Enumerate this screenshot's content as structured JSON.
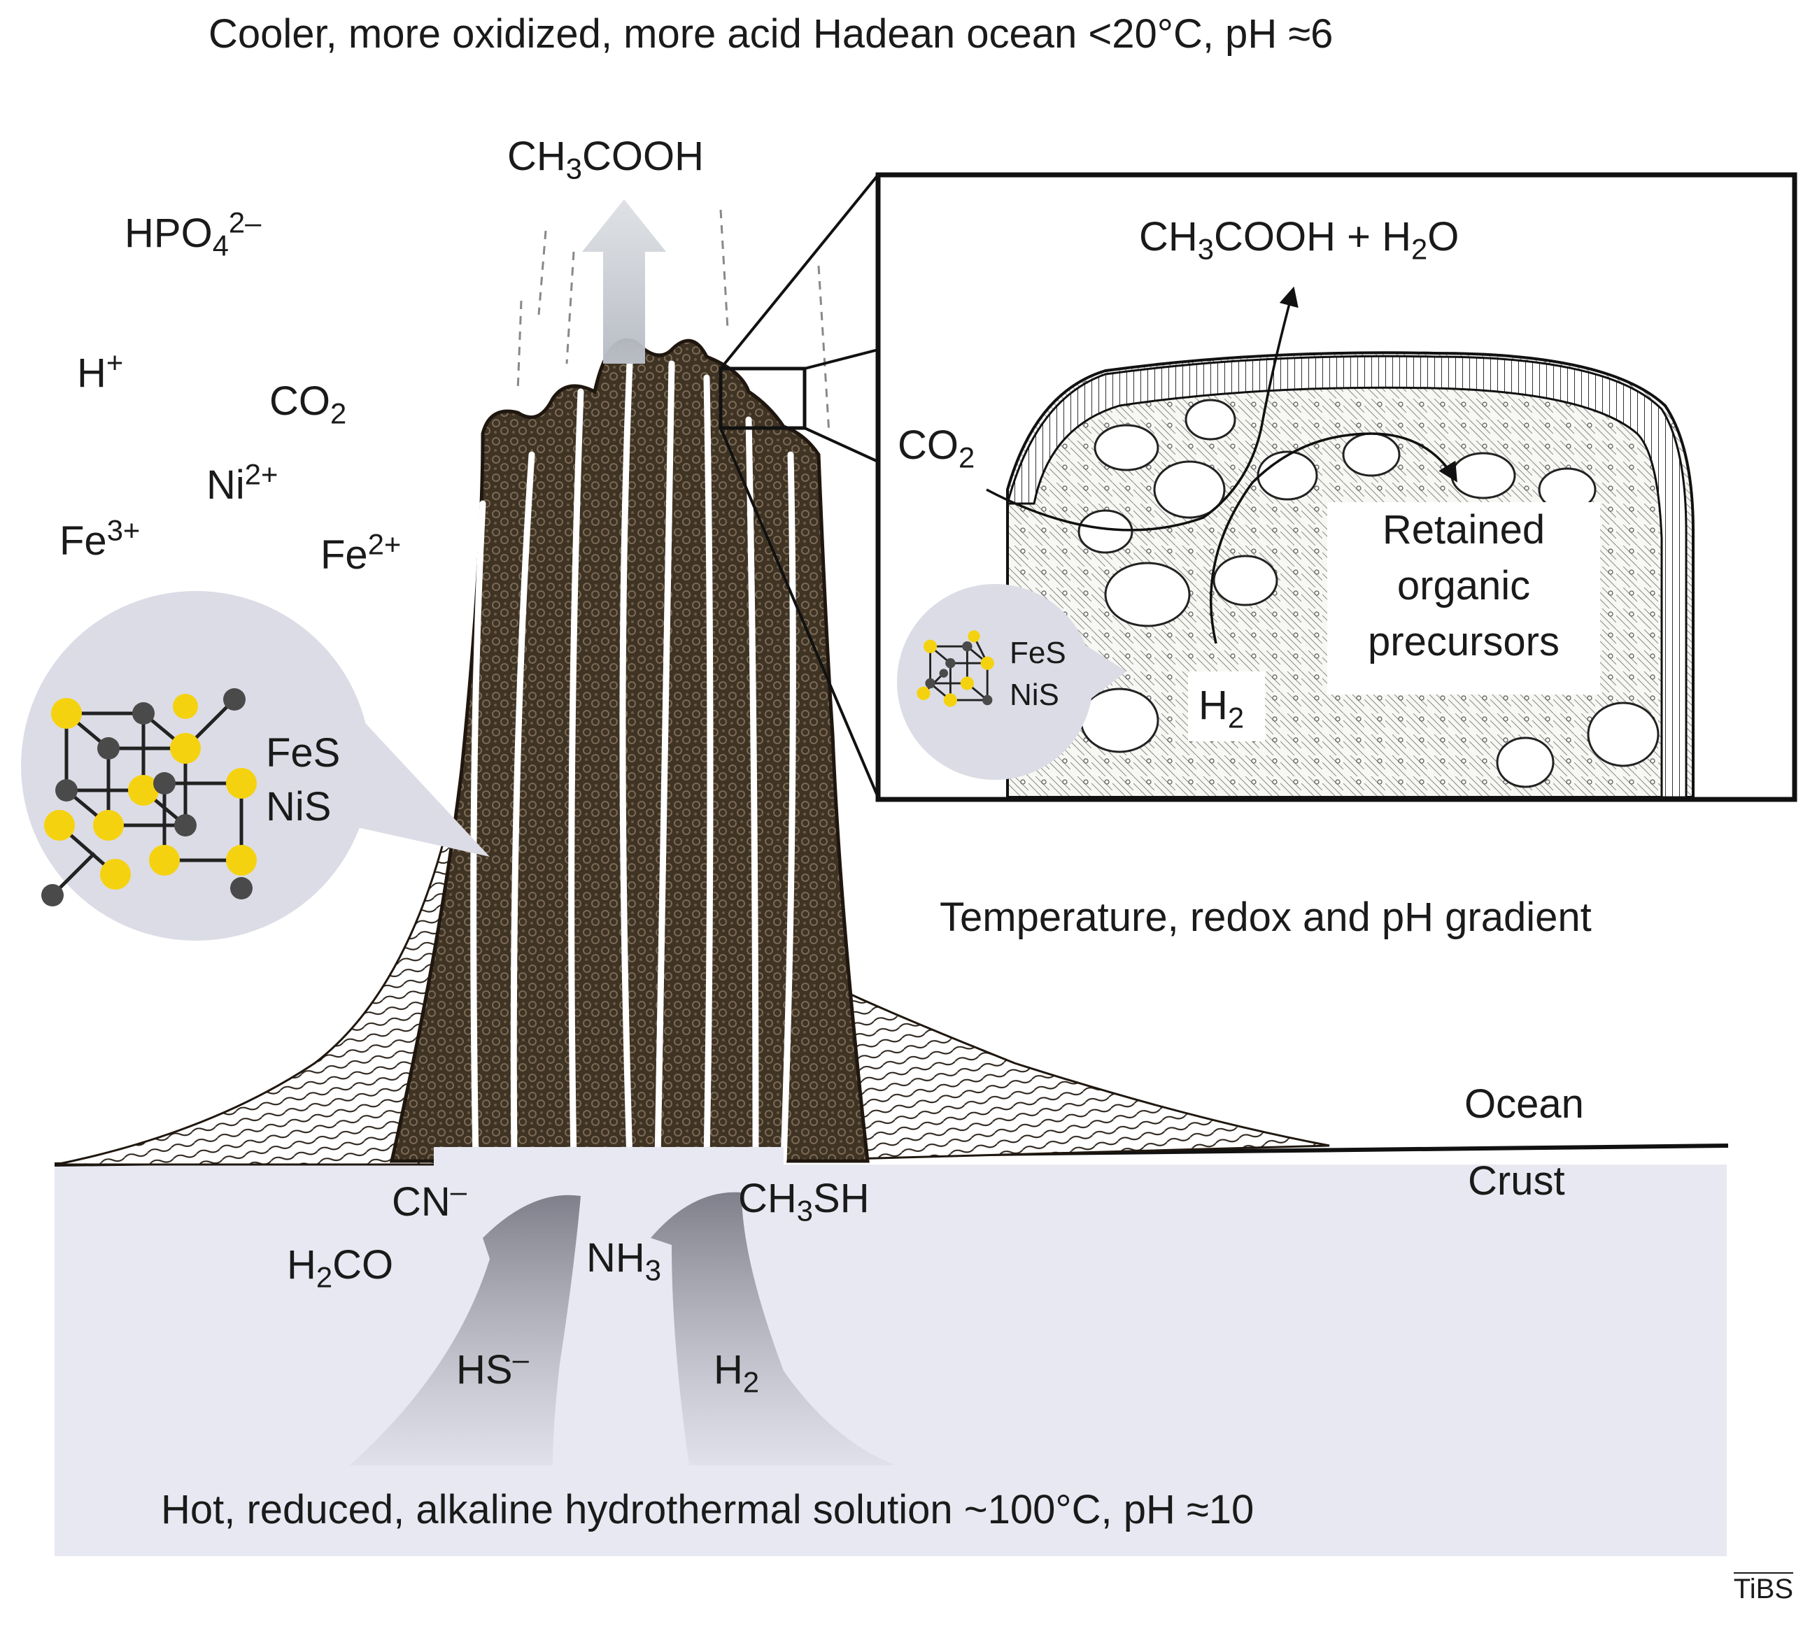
{
  "colors": {
    "crust_fill": "#e8e8f2",
    "chimney": "#3f3324",
    "chimney_dark": "#1f170f",
    "sulfur": "#f5d20f",
    "metal": "#4a4a4a",
    "callout": "#dcdce6",
    "flow_arrow": "#9b9ba6"
  },
  "top_label": "Cooler, more oxidized, more acid Hadean ocean <20°C, pH ≈6",
  "bottom_label": "Hot, reduced, alkaline hydrothermal solution ~100°C, pH ≈10",
  "gradient_label": "Temperature, redox and pH gradient",
  "ocean_label": "Ocean",
  "crust_label": "Crust",
  "ocean_species": {
    "hpo4": {
      "base": "HPO",
      "sub": "4",
      "sup": "2–"
    },
    "h_plus": {
      "base": "H",
      "sup": "+"
    },
    "co2": {
      "base": "CO",
      "sub": "2"
    },
    "ni": {
      "base": "Ni",
      "sup": "2+"
    },
    "fe3": {
      "base": "Fe",
      "sup": "3+"
    },
    "fe2": {
      "base": "Fe",
      "sup": "2+"
    }
  },
  "vent_top": {
    "pre": "CH",
    "sub": "3",
    "post": "COOH"
  },
  "vent_species": {
    "cn": {
      "base": "CN",
      "sup": "–"
    },
    "h2co": {
      "pre": "H",
      "sub": "2",
      "post": "CO"
    },
    "nh3": {
      "base": "NH",
      "sub": "3"
    },
    "ch3sh": {
      "pre": "CH",
      "sub": "3",
      "post": "SH"
    },
    "hs": {
      "base": "HS",
      "sup": "–"
    },
    "h2": {
      "base": "H",
      "sub": "2"
    }
  },
  "cluster_left": {
    "line1": "FeS",
    "line2": "NiS"
  },
  "inset": {
    "product": {
      "p1": "CH",
      "s1": "3",
      "p2": "COOH + H",
      "s2": "2",
      "p3": "O"
    },
    "co2": {
      "base": "CO",
      "sub": "2"
    },
    "h2": {
      "base": "H",
      "sub": "2"
    },
    "retained": "Retained organic precursors",
    "cluster": {
      "line1": "FeS",
      "line2": "NiS"
    }
  },
  "journal_mark": "TiBS",
  "icons": [
    "fes-nis-cluster-icon",
    "upward-flow-arrow-icon"
  ]
}
